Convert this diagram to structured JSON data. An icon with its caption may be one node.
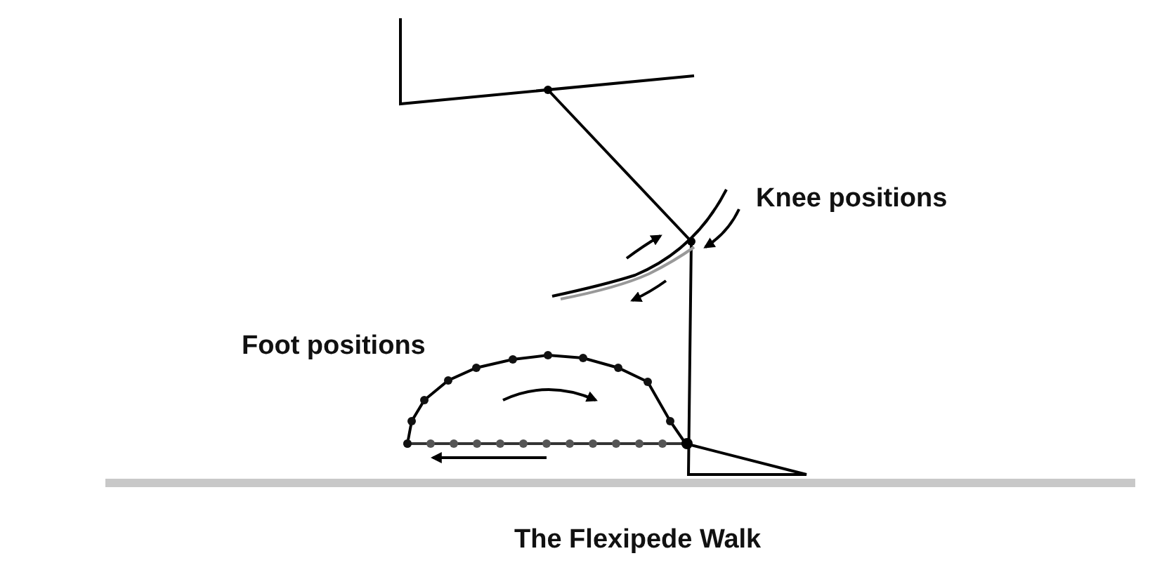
{
  "diagram": {
    "title": "The Flexipede Walk",
    "labels": [
      "Knee positions",
      "Foot positions"
    ]
  }
}
